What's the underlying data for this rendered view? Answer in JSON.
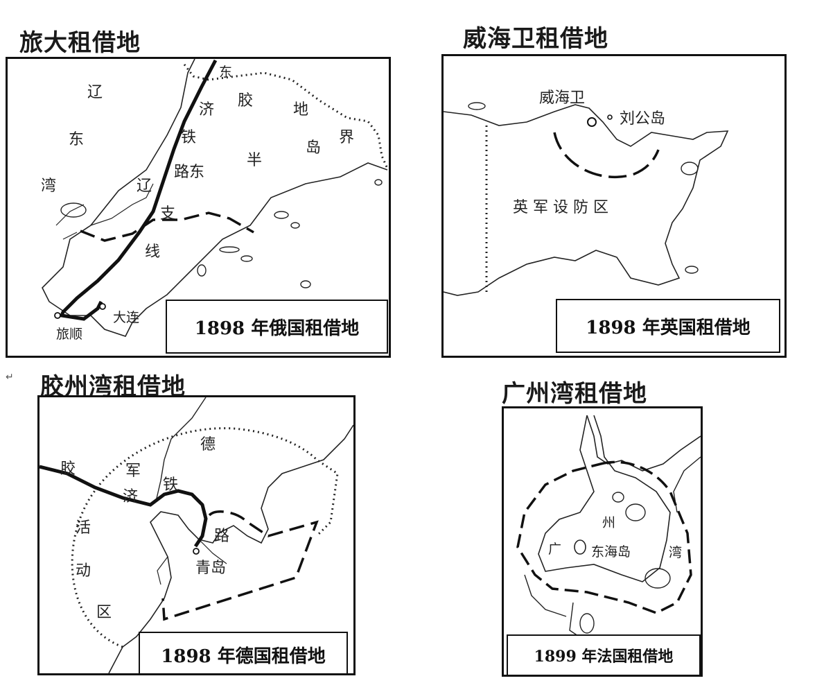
{
  "mark": "↵",
  "panels": [
    {
      "title": "旅大租借地",
      "caption": "1898 年俄国租借地",
      "labels": {
        "liao": "辽",
        "dong": "东",
        "wan": "湾",
        "jiaodong": "东",
        "ji": "济",
        "tie": "铁",
        "lu_dong": "路东",
        "liao2": "辽",
        "zhi": "支",
        "xian": "线",
        "jiao": "胶",
        "di": "地",
        "jie": "界",
        "ban": "半",
        "dao": "岛",
        "dalian": "大连",
        "lushun": "旅顺"
      }
    },
    {
      "title": "威海卫租借地",
      "caption": "1898 年英国租借地",
      "labels": {
        "weihaiwei": "威海卫",
        "liugongdao": "刘公岛",
        "defense": "英 军 设 防 区"
      }
    },
    {
      "title": "胶州湾租借地",
      "caption": "1898 年德国租借地",
      "labels": {
        "jiao": "胶",
        "ji": "济",
        "tie": "铁",
        "lu": "路",
        "de": "德",
        "jun": "军",
        "huo": "活",
        "dong": "动",
        "qu": "区",
        "qingdao": "青岛"
      }
    },
    {
      "title": "广州湾租借地",
      "caption": "1899 年法国租借地",
      "labels": {
        "guang": "广",
        "zhou": "州",
        "donghaidao": "东海岛",
        "wan": "湾"
      }
    }
  ]
}
